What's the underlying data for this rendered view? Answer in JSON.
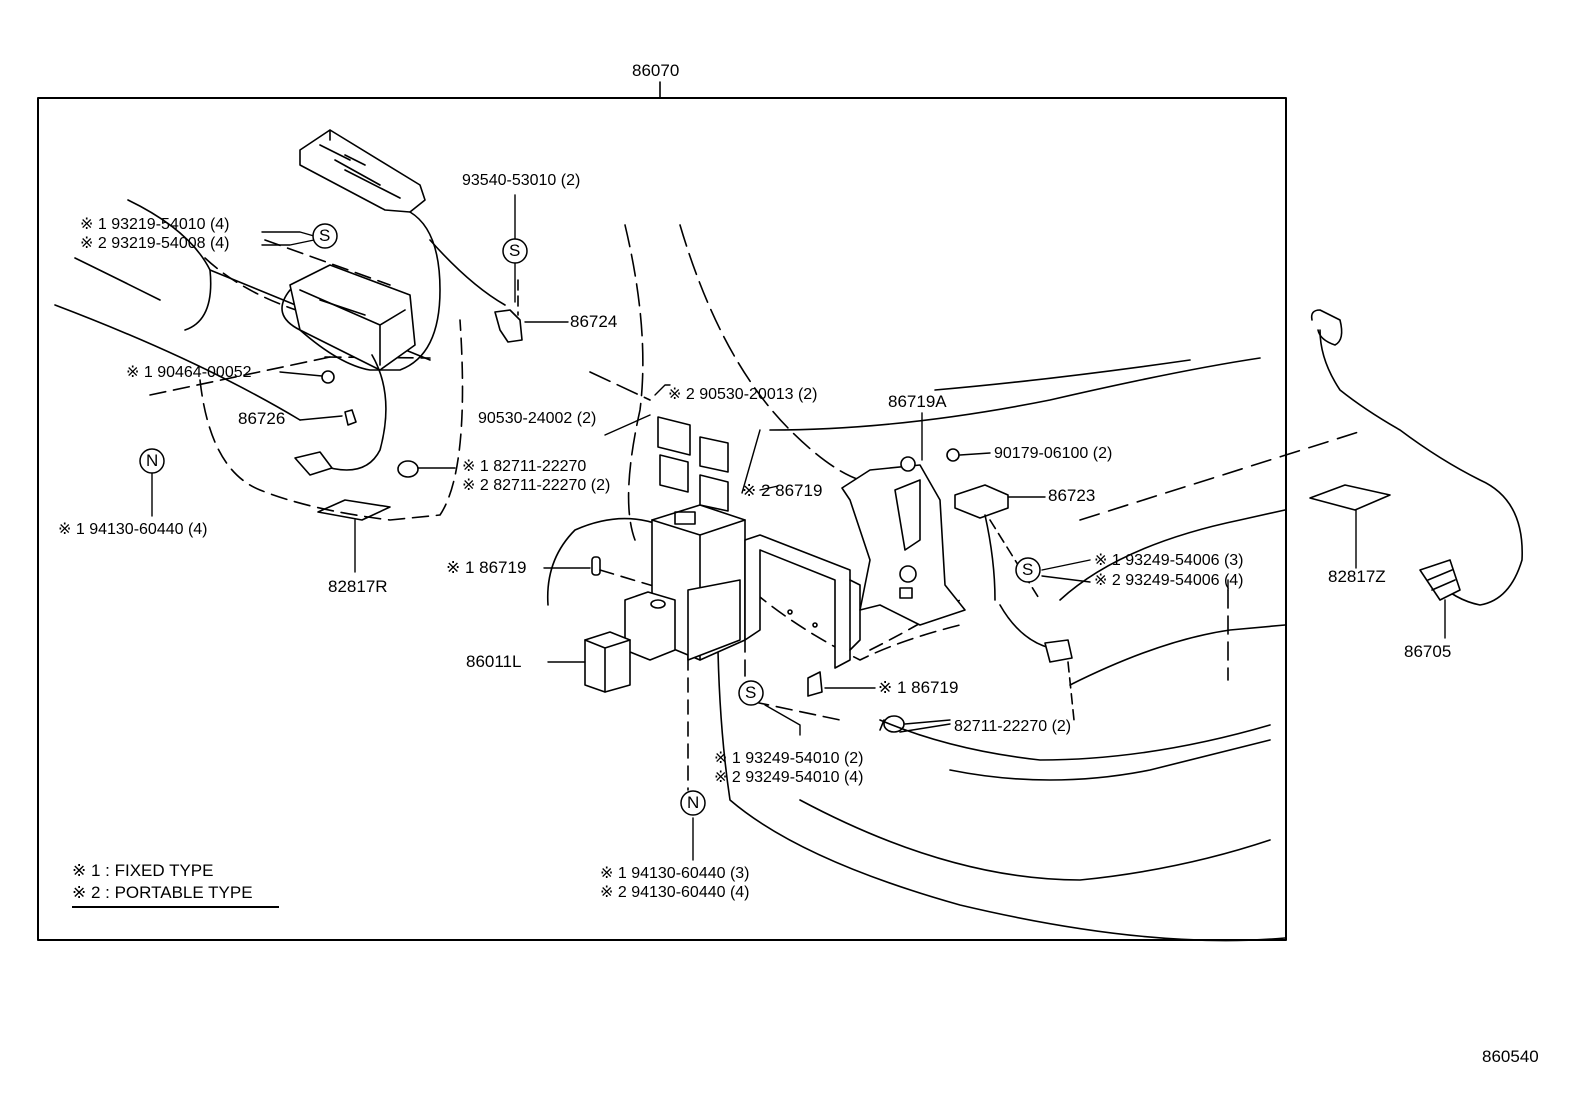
{
  "header": {
    "assembly_no": "86070"
  },
  "footer": {
    "figure_no": "860540"
  },
  "legend": {
    "fixed": "※ 1 : FIXED TYPE",
    "portable": "※ 2 : PORTABLE TYPE"
  },
  "symbols": {
    "screw": "S",
    "nut": "N"
  },
  "callouts": {
    "c1": "93540-53010 (2)",
    "c2a": "※ 1  93219-54010 (4)",
    "c2b": "※ 2  93219-54008 (4)",
    "c3": "86724",
    "c4": "※ 1  90464-00052",
    "c5": "86726",
    "c6": "※ 1  94130-60440 (4)",
    "c7a": "※ 1  82711-22270",
    "c7b": "※ 2  82711-22270 (2)",
    "c8": "82817R",
    "c9": "※ 2  90530-20013 (2)",
    "c10": "90530-24002 (2)",
    "c11": "86719A",
    "c12": "90179-06100 (2)",
    "c13": "86723",
    "c14": "※ 2  86719",
    "c15": "※ 1 86719",
    "c16": "86011L",
    "c17": "※ 1  86719",
    "c18a": "※ 1  93249-54006 (3)",
    "c18b": "※ 2  93249-54006 (4)",
    "c19": "82711-22270 (2)",
    "c20a": "※ 1  93249-54010 (2)",
    "c20b": "※ 2  93249-54010 (4)",
    "c21a": "※ 1  94130-60440 (3)",
    "c21b": "※ 2  94130-60440 (4)",
    "c22": "82817Z",
    "c23": "86705"
  }
}
